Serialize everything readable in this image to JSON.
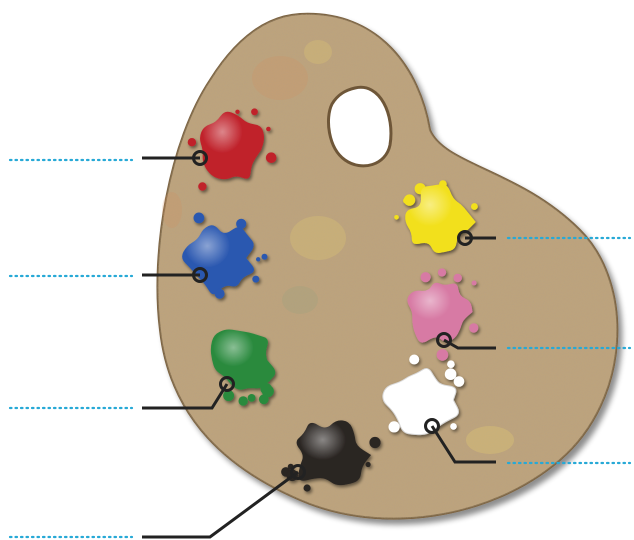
{
  "diagram": {
    "palette": {
      "wood_color": "#bfa37a",
      "wood_shadow": "#8a7150",
      "hole_color": "#ffffff"
    },
    "leader_line_color": "#222222",
    "answer_line_color": "#27a9d6",
    "paint_blobs": [
      {
        "name": "red-paint",
        "color": "#c0222b",
        "answer": ""
      },
      {
        "name": "blue-paint",
        "color": "#2b58b0",
        "answer": ""
      },
      {
        "name": "green-paint",
        "color": "#2a8a3e",
        "answer": ""
      },
      {
        "name": "black-paint",
        "color": "#2a2522",
        "answer": ""
      },
      {
        "name": "yellow-paint",
        "color": "#f2e01c",
        "answer": ""
      },
      {
        "name": "pink-paint",
        "color": "#d77aa4",
        "answer": ""
      },
      {
        "name": "white-paint",
        "color": "#ffffff",
        "answer": ""
      }
    ]
  }
}
